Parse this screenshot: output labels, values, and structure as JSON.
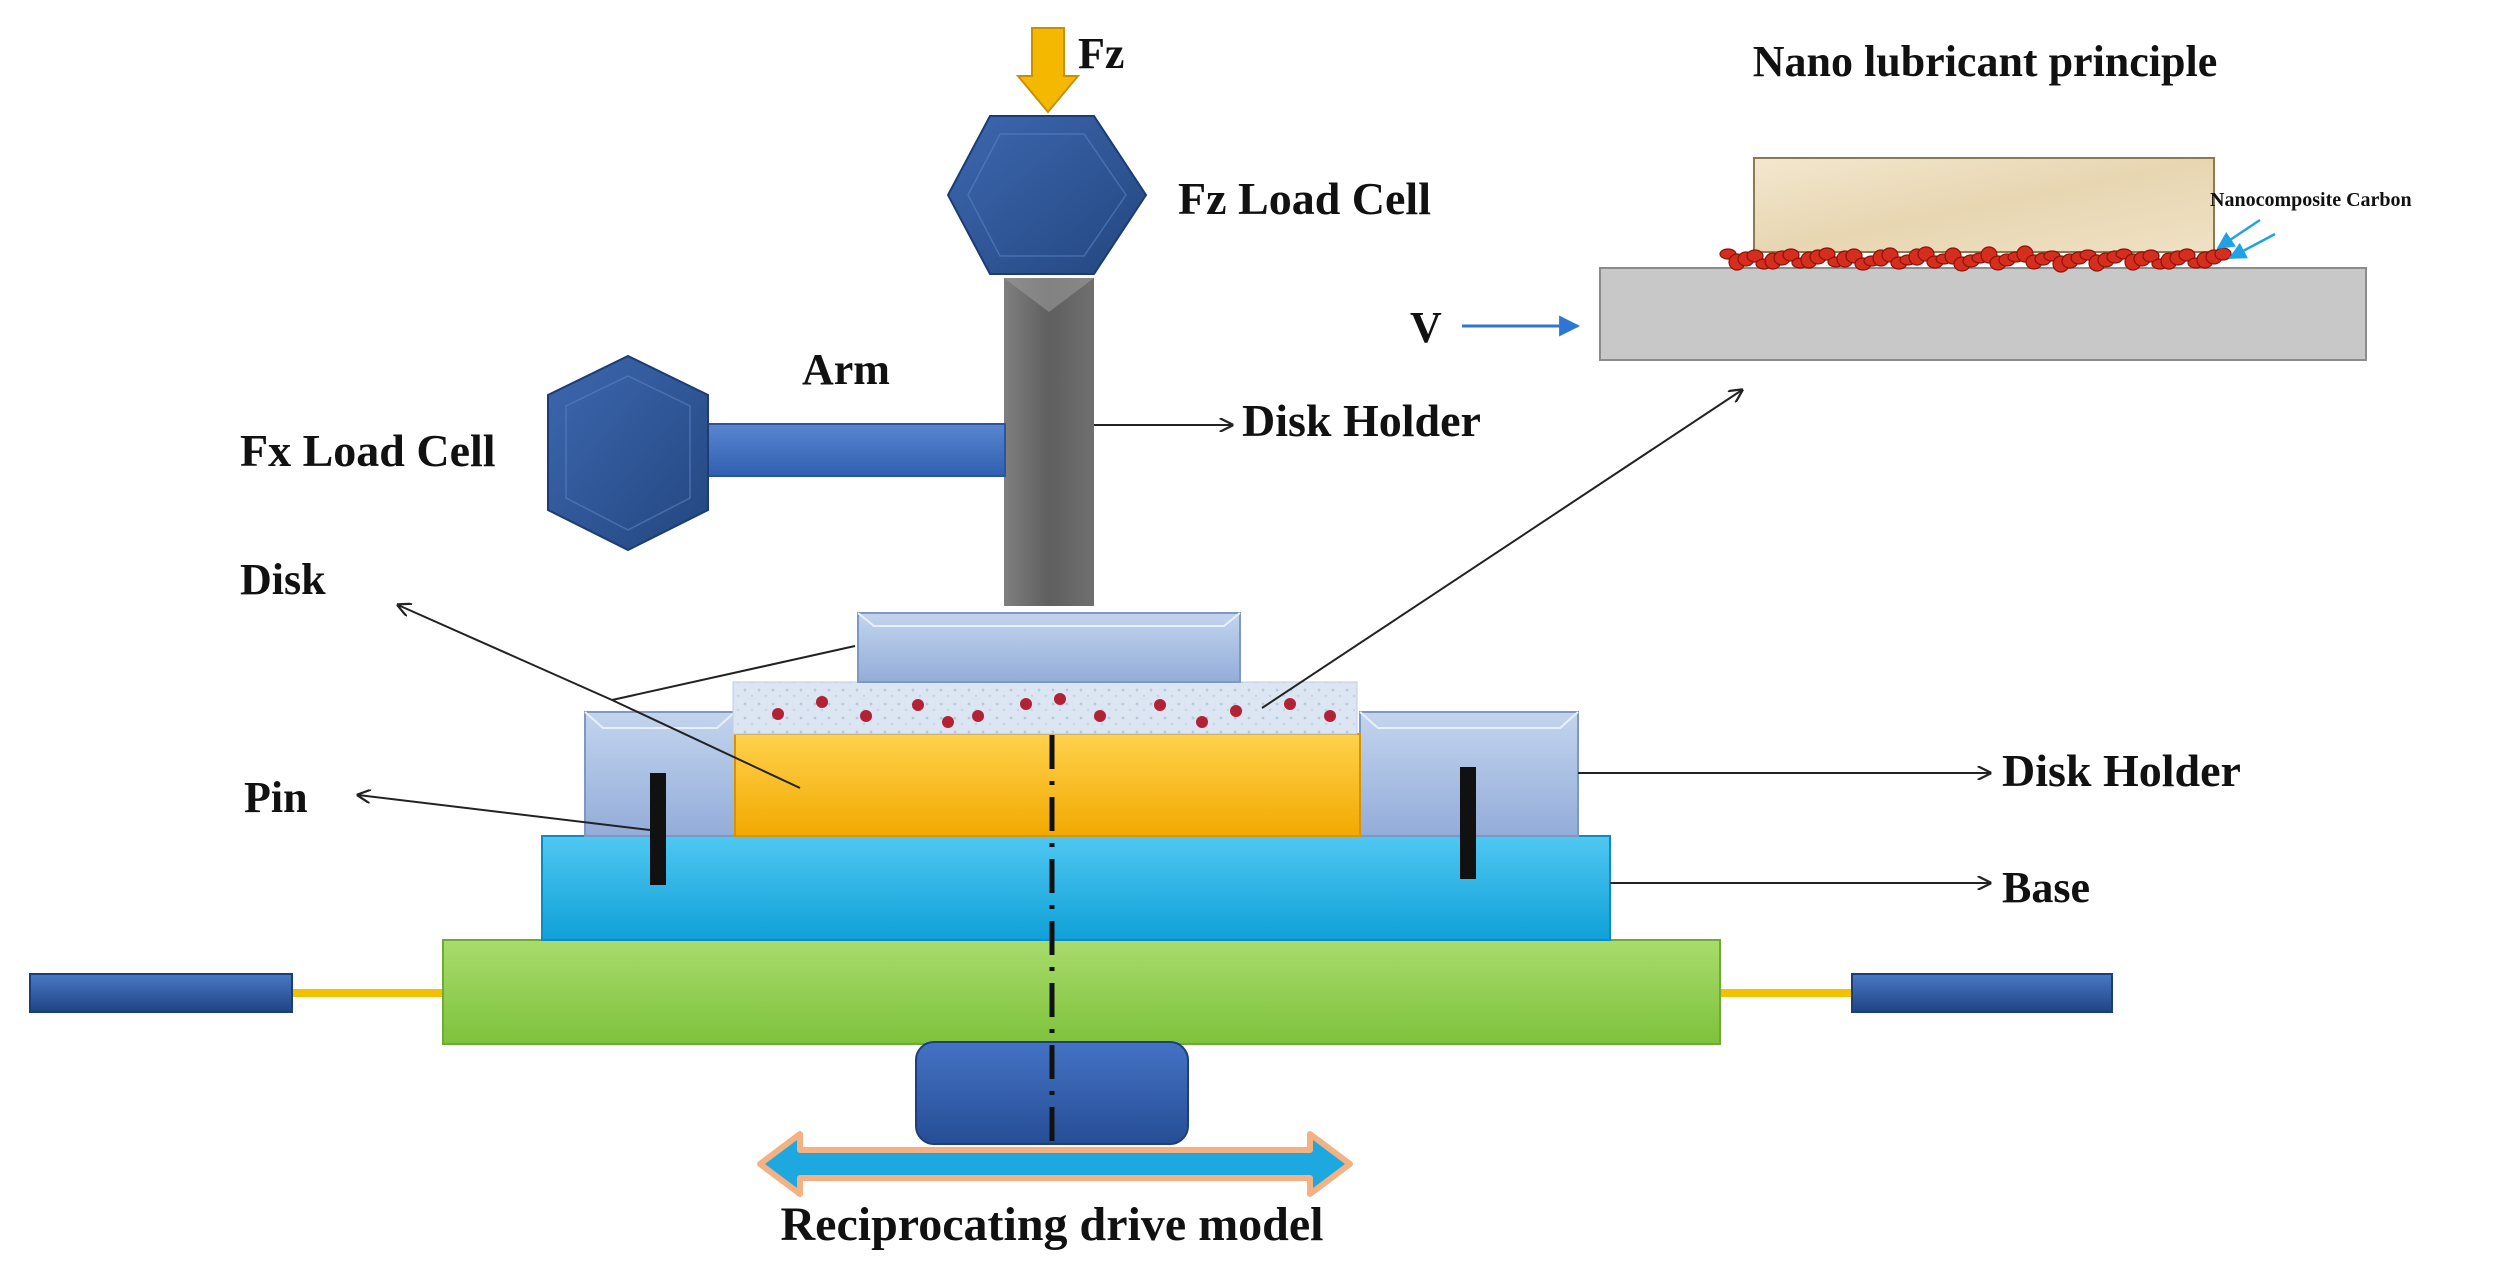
{
  "diagram": {
    "labels": {
      "fz": "Fz",
      "fz_load_cell": "Fz Load Cell",
      "arm": "Arm",
      "fx_load_cell": "Fx Load Cell",
      "disk_holder_top": "Disk Holder",
      "disk": "Disk",
      "pin": "Pin",
      "disk_holder_right": "Disk Holder",
      "base": "Base",
      "drive": "Reciprocating drive model"
    },
    "inset": {
      "title": "Nano lubricant principle",
      "velocity": "V",
      "nanocomposite": "Nanocomposite Carbon"
    }
  },
  "colors": {
    "load_arrow": "#F5B800",
    "hex_load_cell": "#2F5597",
    "arm": "#4472C4",
    "disk_holder_column": "#6B6B6B",
    "disk_holder_block": "#A9C0E4",
    "lubricant_film": "#DCE6F2",
    "nano_particles": "#B22234",
    "disk": "#FFC000",
    "base": "#1EB4E8",
    "platform": "#92D050",
    "rails": "#2F5597",
    "rod": "#FFD700",
    "drive_block": "#2F5597",
    "drive_arrow": "#1EA8E0",
    "inset_block": "#EBDCC0",
    "inset_plate": "#C8C8C8",
    "inset_carbon": "#D62E1E"
  }
}
